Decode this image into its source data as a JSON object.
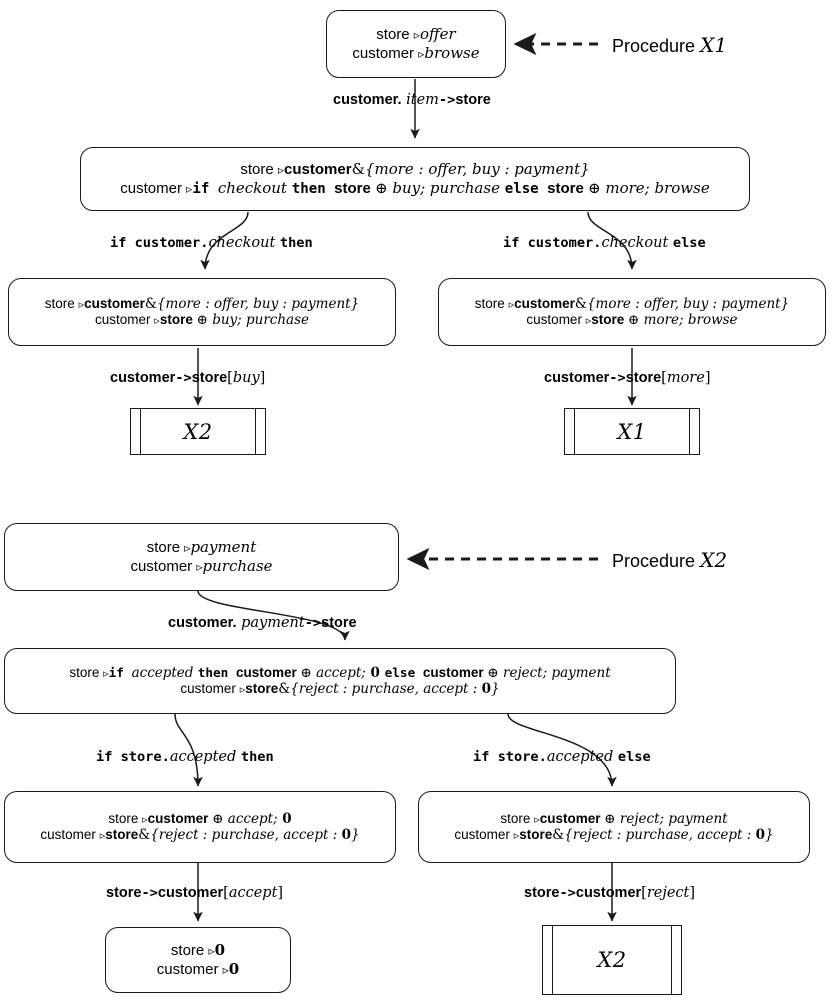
{
  "diagram": {
    "title": "Session-typed choreography procedure call graphs",
    "background": "#ffffff",
    "stroke": "#1a1a1a"
  },
  "procedures": [
    {
      "id": "X1",
      "annotation_prefix": "Procedure",
      "annotation_id": "X1",
      "nodes": [
        {
          "key": "x1_root",
          "kind": "state",
          "lines": [
            {
              "segments": [
                {
                  "t": "store ",
                  "style": "sans"
                },
                {
                  "t": "▹",
                  "style": "tri"
                },
                {
                  "t": "offer",
                  "style": "ital"
                }
              ]
            },
            {
              "segments": [
                {
                  "t": "customer ",
                  "style": "sans"
                },
                {
                  "t": "▹",
                  "style": "tri"
                },
                {
                  "t": "browse",
                  "style": "ital"
                }
              ]
            }
          ]
        },
        {
          "key": "x1_choice",
          "kind": "state",
          "lines": [
            {
              "segments": [
                {
                  "t": "store ",
                  "style": "sans"
                },
                {
                  "t": "▹",
                  "style": "tri"
                },
                {
                  "t": "customer",
                  "style": "sansb"
                },
                {
                  "t": "&",
                  "style": "serif"
                },
                {
                  "t": "{more : offer, buy : payment}",
                  "style": "ital"
                }
              ]
            },
            {
              "segments": [
                {
                  "t": "customer ",
                  "style": "sans"
                },
                {
                  "t": "▹",
                  "style": "tri"
                },
                {
                  "t": "if ",
                  "style": "mono"
                },
                {
                  "t": " checkout ",
                  "style": "ital"
                },
                {
                  "t": "then ",
                  "style": "mono"
                },
                {
                  "t": "store ",
                  "style": "sansb"
                },
                {
                  "t": "⊕ ",
                  "style": "serif"
                },
                {
                  "t": "buy; purchase ",
                  "style": "ital"
                },
                {
                  "t": "else ",
                  "style": "mono"
                },
                {
                  "t": "store ",
                  "style": "sansb"
                },
                {
                  "t": "⊕ ",
                  "style": "serif"
                },
                {
                  "t": "more; browse",
                  "style": "ital"
                }
              ]
            }
          ]
        },
        {
          "key": "x1_then",
          "kind": "state",
          "lines": [
            {
              "segments": [
                {
                  "t": "store ",
                  "style": "sans"
                },
                {
                  "t": "▹",
                  "style": "tri"
                },
                {
                  "t": "customer",
                  "style": "sansb"
                },
                {
                  "t": "&",
                  "style": "serif"
                },
                {
                  "t": "{more : offer, buy : payment}",
                  "style": "ital"
                }
              ]
            },
            {
              "segments": [
                {
                  "t": "customer ",
                  "style": "sans"
                },
                {
                  "t": "▹",
                  "style": "tri"
                },
                {
                  "t": "store ",
                  "style": "sansb"
                },
                {
                  "t": "⊕ ",
                  "style": "serif"
                },
                {
                  "t": "buy; purchase",
                  "style": "ital"
                }
              ]
            }
          ]
        },
        {
          "key": "x1_else",
          "kind": "state",
          "lines": [
            {
              "segments": [
                {
                  "t": "store ",
                  "style": "sans"
                },
                {
                  "t": "▹",
                  "style": "tri"
                },
                {
                  "t": "customer",
                  "style": "sansb"
                },
                {
                  "t": "&",
                  "style": "serif"
                },
                {
                  "t": "{more : offer, buy : payment}",
                  "style": "ital"
                }
              ]
            },
            {
              "segments": [
                {
                  "t": "customer ",
                  "style": "sans"
                },
                {
                  "t": "▹",
                  "style": "tri"
                },
                {
                  "t": "store ",
                  "style": "sansb"
                },
                {
                  "t": "⊕ ",
                  "style": "serif"
                },
                {
                  "t": "more; browse",
                  "style": "ital"
                }
              ]
            }
          ]
        },
        {
          "key": "x1_call_x2",
          "kind": "call",
          "label": "X2"
        },
        {
          "key": "x1_call_x1",
          "kind": "call",
          "label": "X1"
        }
      ],
      "edges": [
        {
          "key": "x1_e1",
          "segments": [
            {
              "t": "customer.",
              "style": "sansb"
            },
            {
              "t": " item",
              "style": "ital"
            },
            {
              "t": "->",
              "style": "mono"
            },
            {
              "t": "store",
              "style": "sansb"
            }
          ]
        },
        {
          "key": "x1_e2",
          "segments": [
            {
              "t": "if ",
              "style": "mono"
            },
            {
              "t": "customer.",
              "style": "mono"
            },
            {
              "t": "checkout ",
              "style": "ital"
            },
            {
              "t": "then",
              "style": "mono"
            }
          ]
        },
        {
          "key": "x1_e3",
          "segments": [
            {
              "t": "if ",
              "style": "mono"
            },
            {
              "t": "customer.",
              "style": "mono"
            },
            {
              "t": "checkout ",
              "style": "ital"
            },
            {
              "t": "else",
              "style": "mono"
            }
          ]
        },
        {
          "key": "x1_e4",
          "segments": [
            {
              "t": "customer",
              "style": "sansb"
            },
            {
              "t": "->",
              "style": "mono"
            },
            {
              "t": "store",
              "style": "sansb"
            },
            {
              "t": "[",
              "style": "serif"
            },
            {
              "t": "buy",
              "style": "ital"
            },
            {
              "t": "]",
              "style": "serif"
            }
          ]
        },
        {
          "key": "x1_e5",
          "segments": [
            {
              "t": "customer",
              "style": "sansb"
            },
            {
              "t": "->",
              "style": "mono"
            },
            {
              "t": "store",
              "style": "sansb"
            },
            {
              "t": "[",
              "style": "serif"
            },
            {
              "t": "more",
              "style": "ital"
            },
            {
              "t": "]",
              "style": "serif"
            }
          ]
        }
      ]
    },
    {
      "id": "X2",
      "annotation_prefix": "Procedure",
      "annotation_id": "X2",
      "nodes": [
        {
          "key": "x2_root",
          "kind": "state",
          "lines": [
            {
              "segments": [
                {
                  "t": "store ",
                  "style": "sans"
                },
                {
                  "t": "▹",
                  "style": "tri"
                },
                {
                  "t": "payment",
                  "style": "ital"
                }
              ]
            },
            {
              "segments": [
                {
                  "t": "customer ",
                  "style": "sans"
                },
                {
                  "t": "▹",
                  "style": "tri"
                },
                {
                  "t": "purchase",
                  "style": "ital"
                }
              ]
            }
          ]
        },
        {
          "key": "x2_choice",
          "kind": "state",
          "lines": [
            {
              "segments": [
                {
                  "t": "store ",
                  "style": "sans"
                },
                {
                  "t": "▹",
                  "style": "tri"
                },
                {
                  "t": "if ",
                  "style": "mono"
                },
                {
                  "t": " accepted ",
                  "style": "ital"
                },
                {
                  "t": "then ",
                  "style": "mono"
                },
                {
                  "t": "customer ",
                  "style": "sansb"
                },
                {
                  "t": "⊕ ",
                  "style": "serif"
                },
                {
                  "t": "accept;",
                  "style": "ital"
                },
                {
                  "t": " 0 ",
                  "style": "serifb"
                },
                {
                  "t": "else ",
                  "style": "mono"
                },
                {
                  "t": "customer ",
                  "style": "sansb"
                },
                {
                  "t": "⊕ ",
                  "style": "serif"
                },
                {
                  "t": "reject; payment",
                  "style": "ital"
                }
              ]
            },
            {
              "segments": [
                {
                  "t": "customer ",
                  "style": "sans"
                },
                {
                  "t": "▹",
                  "style": "tri"
                },
                {
                  "t": "store",
                  "style": "sansb"
                },
                {
                  "t": "&",
                  "style": "serif"
                },
                {
                  "t": "{reject : purchase, accept : ",
                  "style": "ital"
                },
                {
                  "t": "0",
                  "style": "serifb"
                },
                {
                  "t": "}",
                  "style": "ital"
                }
              ]
            }
          ]
        },
        {
          "key": "x2_then",
          "kind": "state",
          "lines": [
            {
              "segments": [
                {
                  "t": "store ",
                  "style": "sans"
                },
                {
                  "t": "▹",
                  "style": "tri"
                },
                {
                  "t": "customer ",
                  "style": "sansb"
                },
                {
                  "t": "⊕ ",
                  "style": "serif"
                },
                {
                  "t": "accept;",
                  "style": "ital"
                },
                {
                  "t": " 0",
                  "style": "serifb"
                }
              ]
            },
            {
              "segments": [
                {
                  "t": "customer ",
                  "style": "sans"
                },
                {
                  "t": "▹",
                  "style": "tri"
                },
                {
                  "t": "store",
                  "style": "sansb"
                },
                {
                  "t": "&",
                  "style": "serif"
                },
                {
                  "t": "{reject : purchase, accept : ",
                  "style": "ital"
                },
                {
                  "t": "0",
                  "style": "serifb"
                },
                {
                  "t": "}",
                  "style": "ital"
                }
              ]
            }
          ]
        },
        {
          "key": "x2_else",
          "kind": "state",
          "lines": [
            {
              "segments": [
                {
                  "t": "store ",
                  "style": "sans"
                },
                {
                  "t": "▹",
                  "style": "tri"
                },
                {
                  "t": "customer ",
                  "style": "sansb"
                },
                {
                  "t": "⊕ ",
                  "style": "serif"
                },
                {
                  "t": "reject; payment",
                  "style": "ital"
                }
              ]
            },
            {
              "segments": [
                {
                  "t": "customer ",
                  "style": "sans"
                },
                {
                  "t": "▹",
                  "style": "tri"
                },
                {
                  "t": "store",
                  "style": "sansb"
                },
                {
                  "t": "&",
                  "style": "serif"
                },
                {
                  "t": "{reject : purchase, accept : ",
                  "style": "ital"
                },
                {
                  "t": "0",
                  "style": "serifb"
                },
                {
                  "t": "}",
                  "style": "ital"
                }
              ]
            }
          ]
        },
        {
          "key": "x2_end",
          "kind": "state",
          "lines": [
            {
              "segments": [
                {
                  "t": "store ",
                  "style": "sans"
                },
                {
                  "t": "▹",
                  "style": "tri"
                },
                {
                  "t": "0",
                  "style": "serifb"
                }
              ]
            },
            {
              "segments": [
                {
                  "t": "customer ",
                  "style": "sans"
                },
                {
                  "t": "▹",
                  "style": "tri"
                },
                {
                  "t": "0",
                  "style": "serifb"
                }
              ]
            }
          ]
        },
        {
          "key": "x2_call_x2",
          "kind": "call",
          "label": "X2"
        }
      ],
      "edges": [
        {
          "key": "x2_e1",
          "segments": [
            {
              "t": "customer.",
              "style": "sansb"
            },
            {
              "t": " payment",
              "style": "ital"
            },
            {
              "t": "->",
              "style": "mono"
            },
            {
              "t": "store",
              "style": "sansb"
            }
          ]
        },
        {
          "key": "x2_e2",
          "segments": [
            {
              "t": "if ",
              "style": "mono"
            },
            {
              "t": "store.",
              "style": "mono"
            },
            {
              "t": "accepted ",
              "style": "ital"
            },
            {
              "t": "then",
              "style": "mono"
            }
          ]
        },
        {
          "key": "x2_e3",
          "segments": [
            {
              "t": "if ",
              "style": "mono"
            },
            {
              "t": "store.",
              "style": "mono"
            },
            {
              "t": "accepted ",
              "style": "ital"
            },
            {
              "t": "else",
              "style": "mono"
            }
          ]
        },
        {
          "key": "x2_e4",
          "segments": [
            {
              "t": "store",
              "style": "sansb"
            },
            {
              "t": "->",
              "style": "mono"
            },
            {
              "t": "customer",
              "style": "sansb"
            },
            {
              "t": "[",
              "style": "serif"
            },
            {
              "t": "accept",
              "style": "ital"
            },
            {
              "t": "]",
              "style": "serif"
            }
          ]
        },
        {
          "key": "x2_e5",
          "segments": [
            {
              "t": "store",
              "style": "sansb"
            },
            {
              "t": "->",
              "style": "mono"
            },
            {
              "t": "customer",
              "style": "sansb"
            },
            {
              "t": "[",
              "style": "serif"
            },
            {
              "t": "reject",
              "style": "ital"
            },
            {
              "t": "]",
              "style": "serif"
            }
          ]
        }
      ]
    }
  ]
}
